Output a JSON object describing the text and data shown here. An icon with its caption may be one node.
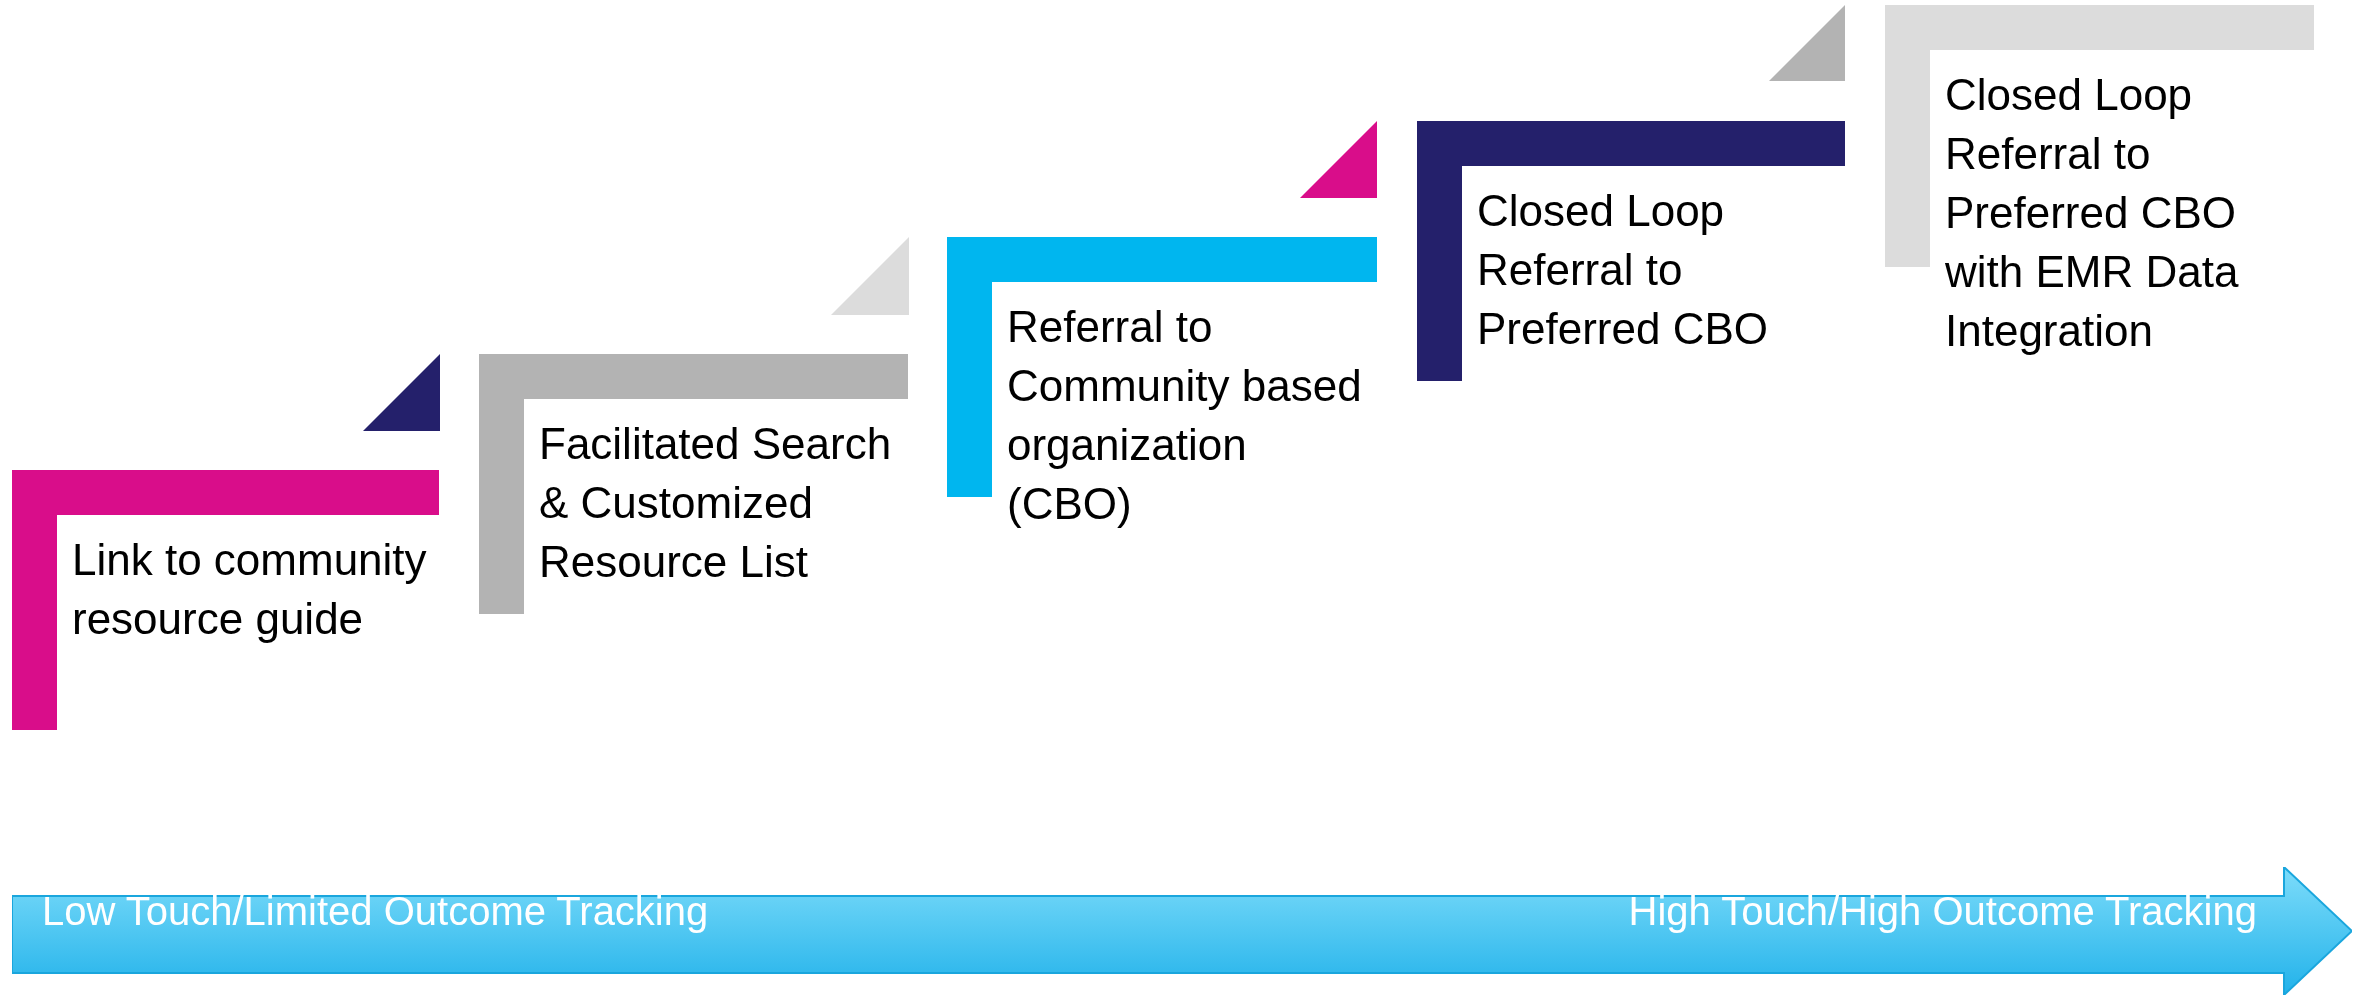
{
  "diagram": {
    "nodes": [
      {
        "text": [
          "Link to community resource guide"
        ]
      },
      {
        "text": [
          "Facilitated Search & Customized Resource List"
        ]
      },
      {
        "text": [
          "Referral to Community based organization (CBO)"
        ]
      },
      {
        "text": [
          "Closed Loop Referral to Preferred CBO"
        ]
      },
      {
        "text": [
          "Closed Loop Referral to Preferred CBO with EMR Data Integration"
        ]
      },
      {
        "text": [
          "Low Touch/Limited Outcome Tracking",
          "High Touch/High Outcome Tracking"
        ]
      }
    ],
    "edges": []
  }
}
